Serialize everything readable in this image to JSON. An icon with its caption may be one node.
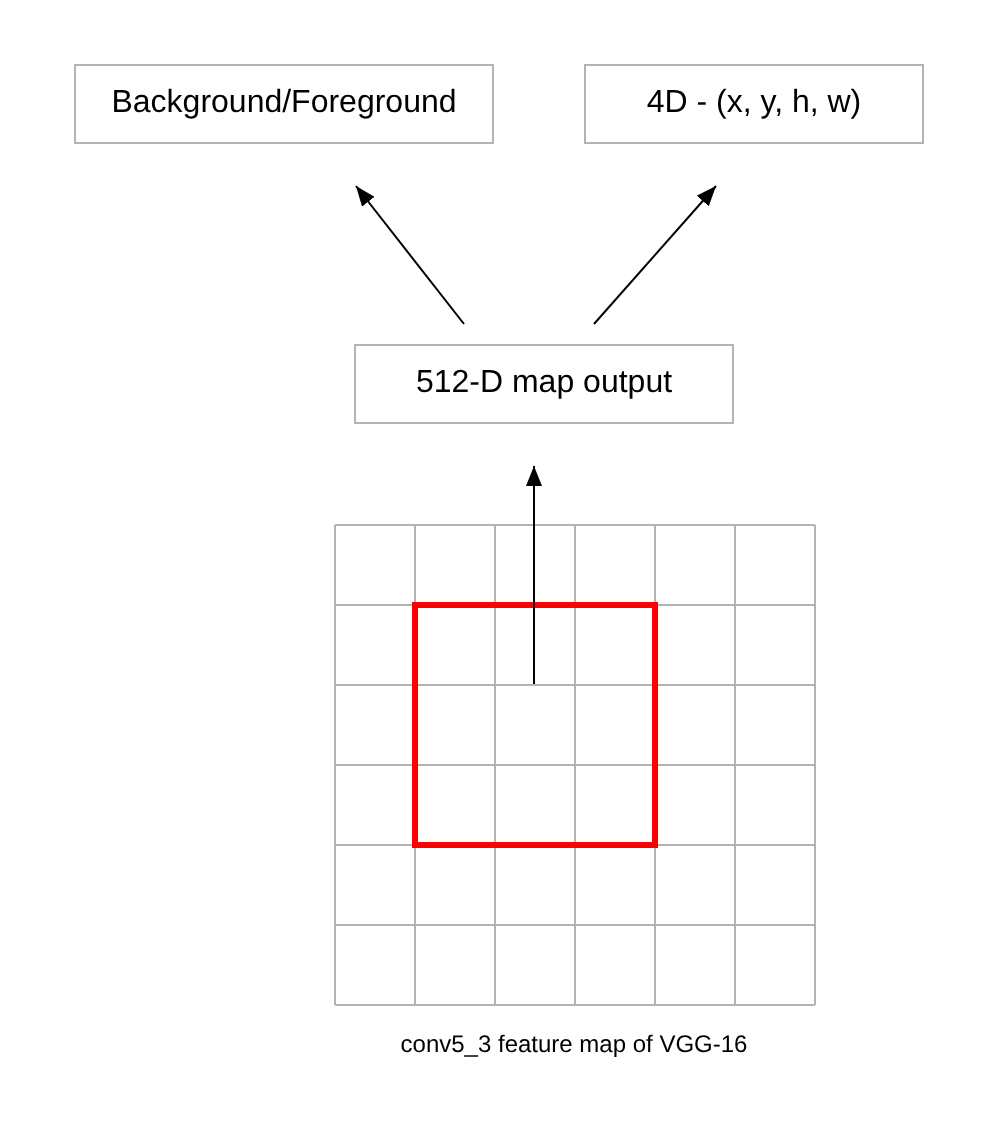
{
  "diagram": {
    "nodes": [
      {
        "text": [
          "Background/Foreground"
        ]
      },
      {
        "text": [
          "4D - (x, y, h, w)"
        ]
      },
      {
        "text": [
          "512-D map output"
        ]
      },
      {
        "text": [],
        "shape": "grid",
        "beside": [
          "conv5_3 feature map of VGG-16"
        ]
      },
      {
        "text": [],
        "shape": "box",
        "in": 3
      }
    ],
    "edges": [
      {
        "from": 2,
        "to": 0,
        "arrow": "to"
      },
      {
        "from": 2,
        "to": 1,
        "arrow": "to"
      },
      {
        "from": 4,
        "to": 2,
        "arrow": "to"
      }
    ]
  }
}
